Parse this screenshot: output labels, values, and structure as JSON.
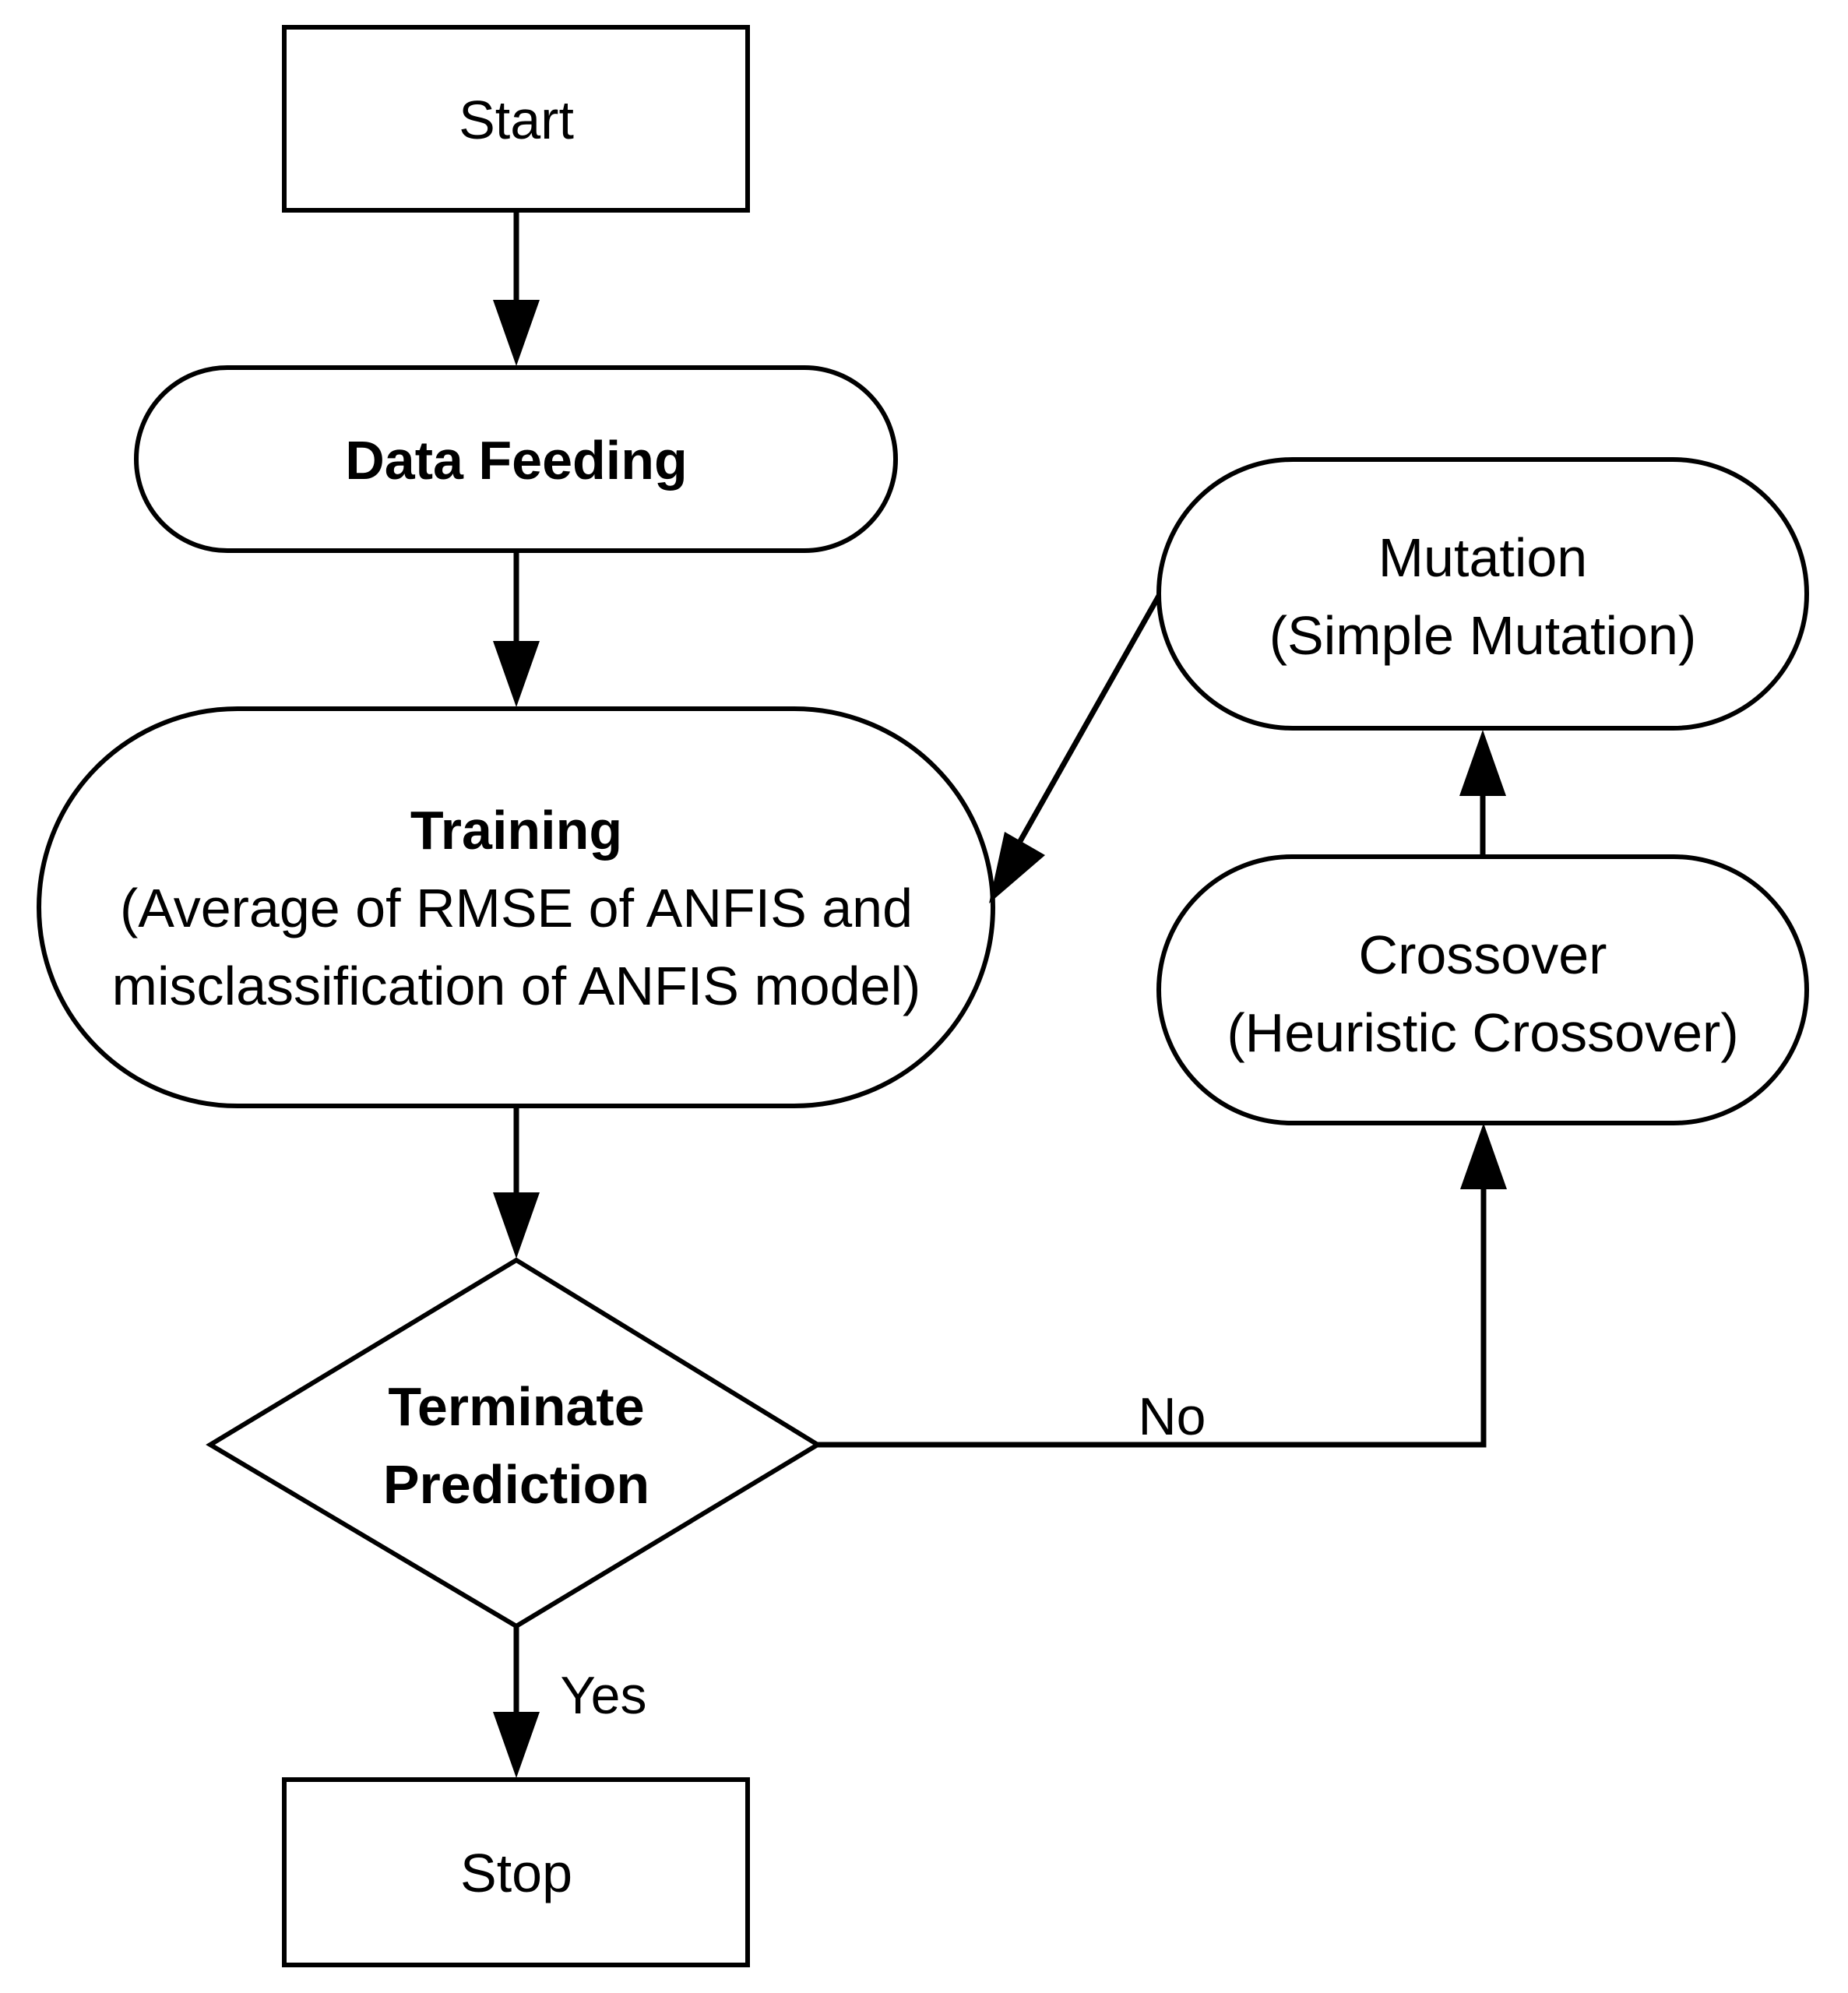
{
  "nodes": {
    "start": {
      "text": "Start"
    },
    "data_feeding": {
      "text": "Data Feeding"
    },
    "training": {
      "title": "Training",
      "line1": "(Average of RMSE of ANFIS and",
      "line2": "misclassification of ANFIS model)"
    },
    "decision": {
      "line1": "Terminate",
      "line2": "Prediction"
    },
    "stop": {
      "text": "Stop"
    },
    "crossover": {
      "line1": "Crossover",
      "line2": "(Heuristic Crossover)"
    },
    "mutation": {
      "line1": "Mutation",
      "line2": "(Simple Mutation)"
    }
  },
  "edges": {
    "no_label": "No",
    "yes_label": "Yes"
  }
}
